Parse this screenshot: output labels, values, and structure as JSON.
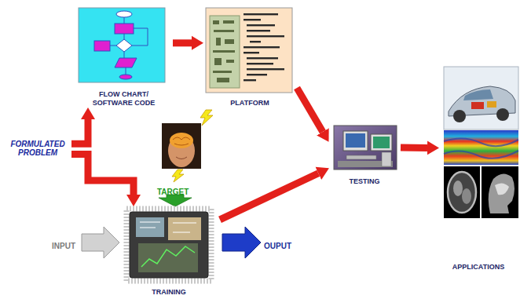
{
  "diagram": {
    "nodes": [
      {
        "text": [
          "FORMULATED PROBLEM"
        ]
      },
      {
        "text": [
          "FLOW CHART/ SOFTWARE CODE"
        ]
      },
      {
        "text": [
          "PLATFORM"
        ]
      },
      {
        "text": [
          "TRAINING"
        ]
      },
      {
        "text": [
          "TESTING"
        ]
      },
      {
        "text": [
          "APPLICATIONS"
        ]
      }
    ],
    "edges": [
      {
        "from": 0,
        "to": 1,
        "arrow": "to"
      },
      {
        "from": 0,
        "to": 3,
        "arrow": "to"
      },
      {
        "from": 1,
        "to": 2,
        "arrow": "to"
      },
      {
        "from": 2,
        "to": 4,
        "arrow": "to"
      },
      {
        "from": 3,
        "to": 4,
        "arrow": "to"
      },
      {
        "from": 4,
        "to": 5,
        "arrow": "to"
      }
    ],
    "labels": [
      "TARGET",
      "INPUT",
      "OUPUT"
    ]
  }
}
